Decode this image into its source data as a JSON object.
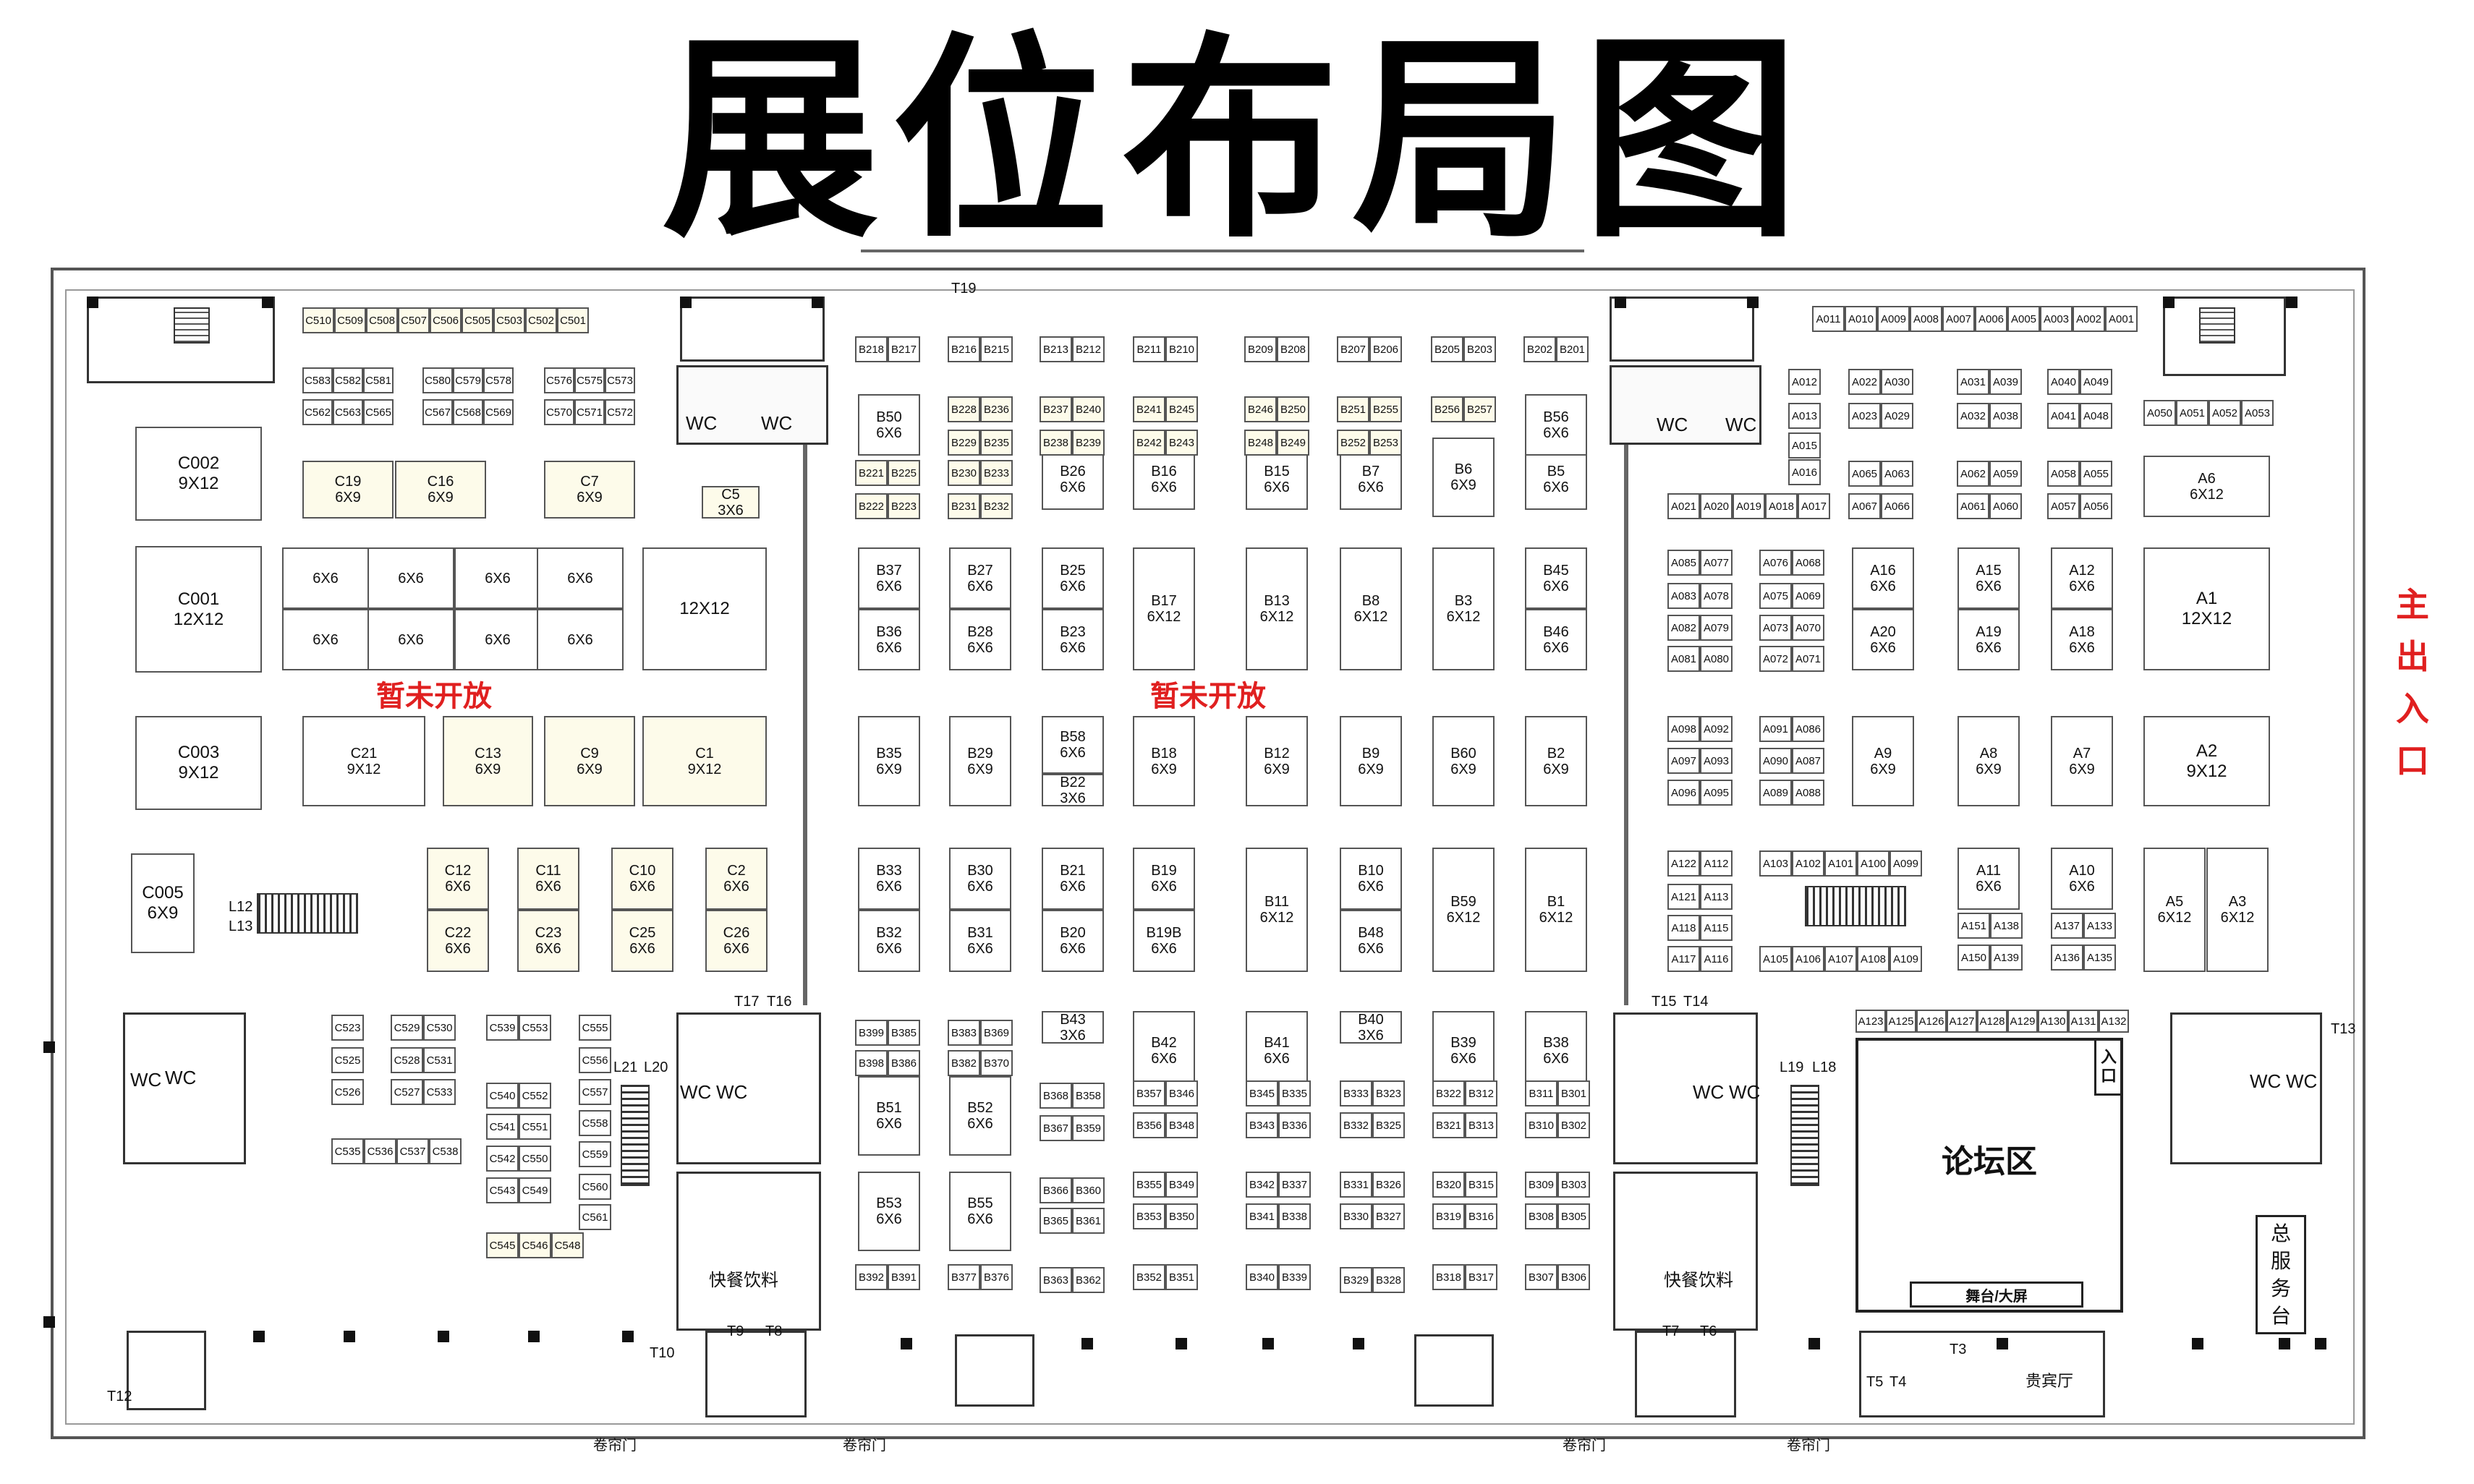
{
  "title": "展位布局图",
  "notices": {
    "closed": "暂未开放",
    "entrance": "主\n出\n入\n口",
    "forum": "论坛区",
    "stage": "舞台/大屏",
    "forum_entry": "入\n口",
    "service": "总\n服\n务\n台",
    "vip": "贵宾厅",
    "food": "快餐饮料",
    "wc": "WC",
    "shutter": "卷帘门"
  },
  "labels": [
    "T19",
    "T17",
    "T16",
    "T15",
    "T14",
    "T13",
    "T12",
    "T10",
    "T9",
    "T8",
    "T7",
    "T6",
    "T5",
    "T4",
    "T3",
    "L12",
    "L13",
    "L21",
    "L20",
    "L19",
    "L18"
  ],
  "booths": [
    {
      "id": "c002",
      "label": "C002\n9X12"
    },
    {
      "id": "c001",
      "label": "C001\n12X12"
    },
    {
      "id": "c003",
      "label": "C003\n9X12"
    },
    {
      "id": "c005",
      "label": "C005\n6X9"
    },
    {
      "id": "c19",
      "label": "C19\n6X9"
    },
    {
      "id": "c16",
      "label": "C16\n6X9"
    },
    {
      "id": "c7",
      "label": "C7\n6X9"
    },
    {
      "id": "c5",
      "label": "C5\n3X6"
    },
    {
      "id": "c6a",
      "label": "6X6"
    },
    {
      "id": "c6b",
      "label": "6X6"
    },
    {
      "id": "c6c",
      "label": "6X6"
    },
    {
      "id": "c6d",
      "label": "6X6"
    },
    {
      "id": "c6e",
      "label": "6X6"
    },
    {
      "id": "c6f",
      "label": "6X6"
    },
    {
      "id": "c6g",
      "label": "6X6"
    },
    {
      "id": "c6h",
      "label": "6X6"
    },
    {
      "id": "c12x12",
      "label": "12X12"
    },
    {
      "id": "c21",
      "label": "C21\n9X12"
    },
    {
      "id": "c13",
      "label": "C13\n6X9"
    },
    {
      "id": "c9",
      "label": "C9\n6X9"
    },
    {
      "id": "c1",
      "label": "C1\n9X12"
    },
    {
      "id": "c12",
      "label": "C12\n6X6"
    },
    {
      "id": "c11",
      "label": "C11\n6X6"
    },
    {
      "id": "c10",
      "label": "C10\n6X6"
    },
    {
      "id": "c2",
      "label": "C2\n6X6"
    },
    {
      "id": "c22",
      "label": "C22\n6X6"
    },
    {
      "id": "c23",
      "label": "C23\n6X6"
    },
    {
      "id": "c25",
      "label": "C25\n6X6"
    },
    {
      "id": "c26",
      "label": "C26\n6X6"
    },
    {
      "id": "b50",
      "label": "B50\n6X6"
    },
    {
      "id": "b26",
      "label": "B26\n6X6"
    },
    {
      "id": "b16",
      "label": "B16\n6X6"
    },
    {
      "id": "b15",
      "label": "B15\n6X6"
    },
    {
      "id": "b7",
      "label": "B7\n6X6"
    },
    {
      "id": "b6",
      "label": "B6\n6X9"
    },
    {
      "id": "b5",
      "label": "B5\n6X6"
    },
    {
      "id": "b56",
      "label": "B56\n6X6"
    },
    {
      "id": "b37",
      "label": "B37\n6X6"
    },
    {
      "id": "b36",
      "label": "B36\n6X6"
    },
    {
      "id": "b27",
      "label": "B27\n6X6"
    },
    {
      "id": "b28",
      "label": "B28\n6X6"
    },
    {
      "id": "b25",
      "label": "B25\n6X6"
    },
    {
      "id": "b23",
      "label": "B23\n6X6"
    },
    {
      "id": "b17",
      "label": "B17\n6X12"
    },
    {
      "id": "b13",
      "label": "B13\n6X12"
    },
    {
      "id": "b8",
      "label": "B8\n6X12"
    },
    {
      "id": "b3",
      "label": "B3\n6X12"
    },
    {
      "id": "b45",
      "label": "B45\n6X6"
    },
    {
      "id": "b46",
      "label": "B46\n6X6"
    },
    {
      "id": "b35",
      "label": "B35\n6X9"
    },
    {
      "id": "b29",
      "label": "B29\n6X9"
    },
    {
      "id": "b58",
      "label": "B58\n6X6"
    },
    {
      "id": "b22",
      "label": "B22\n3X6"
    },
    {
      "id": "b18",
      "label": "B18\n6X9"
    },
    {
      "id": "b12",
      "label": "B12\n6X9"
    },
    {
      "id": "b9",
      "label": "B9\n6X9"
    },
    {
      "id": "b60",
      "label": "B60\n6X9"
    },
    {
      "id": "b2",
      "label": "B2\n6X9"
    },
    {
      "id": "b33",
      "label": "B33\n6X6"
    },
    {
      "id": "b32",
      "label": "B32\n6X6"
    },
    {
      "id": "b30",
      "label": "B30\n6X6"
    },
    {
      "id": "b31",
      "label": "B31\n6X6"
    },
    {
      "id": "b21",
      "label": "B21\n6X6"
    },
    {
      "id": "b20",
      "label": "B20\n6X6"
    },
    {
      "id": "b19",
      "label": "B19\n6X6"
    },
    {
      "id": "b19b",
      "label": "B19B\n6X6"
    },
    {
      "id": "b11",
      "label": "B11\n6X12"
    },
    {
      "id": "b10",
      "label": "B10\n6X6"
    },
    {
      "id": "b48",
      "label": "B48\n6X6"
    },
    {
      "id": "b59",
      "label": "B59\n6X12"
    },
    {
      "id": "b1",
      "label": "B1\n6X12"
    },
    {
      "id": "b43",
      "label": "B43\n3X6"
    },
    {
      "id": "b42",
      "label": "B42\n6X6"
    },
    {
      "id": "b41",
      "label": "B41\n6X6"
    },
    {
      "id": "b40",
      "label": "B40\n3X6"
    },
    {
      "id": "b39",
      "label": "B39\n6X6"
    },
    {
      "id": "b38",
      "label": "B38\n6X6"
    },
    {
      "id": "b51",
      "label": "B51\n6X6"
    },
    {
      "id": "b52",
      "label": "B52\n6X6"
    },
    {
      "id": "b53",
      "label": "B53\n6X6"
    },
    {
      "id": "b55",
      "label": "B55\n6X6"
    },
    {
      "id": "a6",
      "label": "A6\n6X12"
    },
    {
      "id": "a16",
      "label": "A16\n6X6"
    },
    {
      "id": "a20",
      "label": "A20\n6X6"
    },
    {
      "id": "a15",
      "label": "A15\n6X6"
    },
    {
      "id": "a19",
      "label": "A19\n6X6"
    },
    {
      "id": "a12",
      "label": "A12\n6X6"
    },
    {
      "id": "a18",
      "label": "A18\n6X6"
    },
    {
      "id": "a1",
      "label": "A1\n12X12"
    },
    {
      "id": "a9",
      "label": "A9\n6X9"
    },
    {
      "id": "a8",
      "label": "A8\n6X9"
    },
    {
      "id": "a7",
      "label": "A7\n6X9"
    },
    {
      "id": "a2",
      "label": "A2\n9X12"
    },
    {
      "id": "a11",
      "label": "A11\n6X6"
    },
    {
      "id": "a10",
      "label": "A10\n6X6"
    },
    {
      "id": "a5",
      "label": "A5\n6X12"
    },
    {
      "id": "a3",
      "label": "A3\n6X12"
    }
  ],
  "rows": [
    [
      "C510",
      "C509",
      "C508",
      "C507",
      "C506",
      "C505",
      "C503",
      "C502",
      "C501"
    ],
    [
      "C583",
      "C582",
      "C581"
    ],
    [
      "C562",
      "C563",
      "C565"
    ],
    [
      "C580",
      "C579",
      "C578"
    ],
    [
      "C567",
      "C568",
      "C569"
    ],
    [
      "C576",
      "C575",
      "C573"
    ],
    [
      "C570",
      "C571",
      "C572"
    ],
    [
      "B218",
      "B217"
    ],
    [
      "B216",
      "B215"
    ],
    [
      "B213",
      "B212"
    ],
    [
      "B211",
      "B210"
    ],
    [
      "B209",
      "B208"
    ],
    [
      "B207",
      "B206"
    ],
    [
      "B205",
      "B203"
    ],
    [
      "B202",
      "B201"
    ],
    [
      "B228",
      "B236"
    ],
    [
      "B229",
      "B235"
    ],
    [
      "B230",
      "B233"
    ],
    [
      "B231",
      "B232"
    ],
    [
      "B237",
      "B240"
    ],
    [
      "B238",
      "B239"
    ],
    [
      "B241",
      "B245"
    ],
    [
      "B242",
      "B243"
    ],
    [
      "B246",
      "B250"
    ],
    [
      "B248",
      "B249"
    ],
    [
      "B251",
      "B255"
    ],
    [
      "B252",
      "B253"
    ],
    [
      "B256",
      "B257"
    ],
    [
      "B221",
      "B225"
    ],
    [
      "B222",
      "B223"
    ],
    [
      "A011",
      "A010",
      "A009",
      "A008",
      "A007",
      "A006",
      "A005",
      "A003",
      "A002",
      "A001"
    ],
    [
      "A012"
    ],
    [
      "A013"
    ],
    [
      "A015"
    ],
    [
      "A016"
    ],
    [
      "A022",
      "A030"
    ],
    [
      "A023",
      "A029"
    ],
    [
      "A031",
      "A039"
    ],
    [
      "A032",
      "A038"
    ],
    [
      "A040",
      "A049"
    ],
    [
      "A041",
      "A048"
    ],
    [
      "A050",
      "A051",
      "A052",
      "A053"
    ],
    [
      "A065",
      "A063"
    ],
    [
      "A067",
      "A066"
    ],
    [
      "A062",
      "A059"
    ],
    [
      "A061",
      "A060"
    ],
    [
      "A058",
      "A055"
    ],
    [
      "A057",
      "A056"
    ],
    [
      "A021",
      "A020",
      "A019",
      "A018",
      "A017"
    ],
    [
      "A085",
      "A077"
    ],
    [
      "A083",
      "A078"
    ],
    [
      "A082",
      "A079"
    ],
    [
      "A081",
      "A080"
    ],
    [
      "A076",
      "A068"
    ],
    [
      "A075",
      "A069"
    ],
    [
      "A073",
      "A070"
    ],
    [
      "A072",
      "A071"
    ],
    [
      "A098",
      "A092"
    ],
    [
      "A097",
      "A093"
    ],
    [
      "A096",
      "A095"
    ],
    [
      "A091",
      "A086"
    ],
    [
      "A090",
      "A087"
    ],
    [
      "A089",
      "A088"
    ],
    [
      "A122",
      "A112"
    ],
    [
      "A121",
      "A113"
    ],
    [
      "A118",
      "A115"
    ],
    [
      "A117",
      "A116"
    ],
    [
      "A103",
      "A102",
      "A101",
      "A100",
      "A099"
    ],
    [
      "A105",
      "A106",
      "A107",
      "A108",
      "A109"
    ],
    [
      "A151",
      "A138"
    ],
    [
      "A150",
      "A139"
    ],
    [
      "A137",
      "A133"
    ],
    [
      "A136",
      "A135"
    ],
    [
      "A123",
      "A125",
      "A126",
      "A127",
      "A128",
      "A129",
      "A130",
      "A131",
      "A132"
    ],
    [
      "C523"
    ],
    [
      "C525"
    ],
    [
      "C526"
    ],
    [
      "C529",
      "C530"
    ],
    [
      "C528",
      "C531"
    ],
    [
      "C527",
      "C533"
    ],
    [
      "C539",
      "C553"
    ],
    [
      "C540",
      "C552"
    ],
    [
      "C541",
      "C551"
    ],
    [
      "C542",
      "C550"
    ],
    [
      "C543",
      "C549"
    ],
    [
      "C555"
    ],
    [
      "C556"
    ],
    [
      "C557"
    ],
    [
      "C558"
    ],
    [
      "C559"
    ],
    [
      "C560"
    ],
    [
      "C561"
    ],
    [
      "C535",
      "C536",
      "C537",
      "C538"
    ],
    [
      "C545",
      "C546",
      "C548"
    ],
    [
      "B399",
      "B385"
    ],
    [
      "B398",
      "B386"
    ],
    [
      "B383",
      "B369"
    ],
    [
      "B382",
      "B370"
    ],
    [
      "B368",
      "B358"
    ],
    [
      "B367",
      "B359"
    ],
    [
      "B357",
      "B346"
    ],
    [
      "B356",
      "B348"
    ],
    [
      "B345",
      "B335"
    ],
    [
      "B343",
      "B336"
    ],
    [
      "B333",
      "B323"
    ],
    [
      "B332",
      "B325"
    ],
    [
      "B322",
      "B312"
    ],
    [
      "B321",
      "B313"
    ],
    [
      "B311",
      "B301"
    ],
    [
      "B310",
      "B302"
    ],
    [
      "B366",
      "B360"
    ],
    [
      "B365",
      "B361"
    ],
    [
      "B355",
      "B349"
    ],
    [
      "B353",
      "B350"
    ],
    [
      "B342",
      "B337"
    ],
    [
      "B341",
      "B338"
    ],
    [
      "B331",
      "B326"
    ],
    [
      "B330",
      "B327"
    ],
    [
      "B320",
      "B315"
    ],
    [
      "B319",
      "B316"
    ],
    [
      "B309",
      "B303"
    ],
    [
      "B308",
      "B305"
    ],
    [
      "B392",
      "B391"
    ],
    [
      "B377",
      "B376"
    ],
    [
      "B363",
      "B362"
    ],
    [
      "B352",
      "B351"
    ],
    [
      "B340",
      "B339"
    ],
    [
      "B329",
      "B328"
    ],
    [
      "B318",
      "B317"
    ],
    [
      "B307",
      "B306"
    ]
  ]
}
